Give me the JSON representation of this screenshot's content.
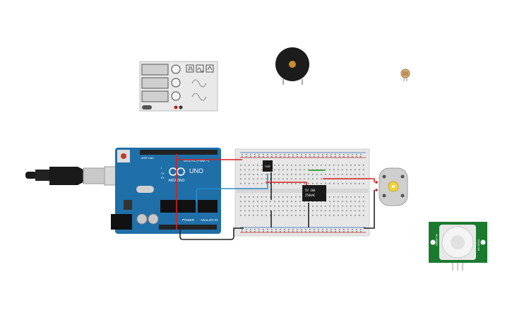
{
  "arduino": {
    "brand": "ARDUINO",
    "model": "UNO",
    "digital_label": "DIGITAL (PWM ~)",
    "power_label": "POWER",
    "analog_label": "ANALOG IN",
    "aref_label": "AREF",
    "gnd_label": "GND",
    "tx_label": "TX",
    "rx_label": "RX",
    "l_label": "L"
  },
  "components": {
    "transistor_label": "TMP",
    "relay_text_line1": "5V 10A",
    "relay_text_line2": "250VAC",
    "pir_left_text": "HC-SR501",
    "pir_right_text": "HC-SR501"
  },
  "colors": {
    "arduino_blue": "#1f6fa8",
    "wire_red": "#d92020",
    "wire_blue": "#2a8bd0",
    "wire_black": "#222222",
    "breadboard": "#e6e6e6",
    "pir_green": "#1a7a2e",
    "buzzer": "#1c1c1c",
    "buzzer_center": "#c8902a"
  },
  "icons": {
    "usb_cable": "usb-cable-icon",
    "function_generator": "function-generator-icon",
    "buzzer": "piezo-buzzer-icon",
    "photoresistor": "photoresistor-icon",
    "motor": "dc-motor-icon",
    "pir_sensor": "pir-sensor-icon"
  }
}
